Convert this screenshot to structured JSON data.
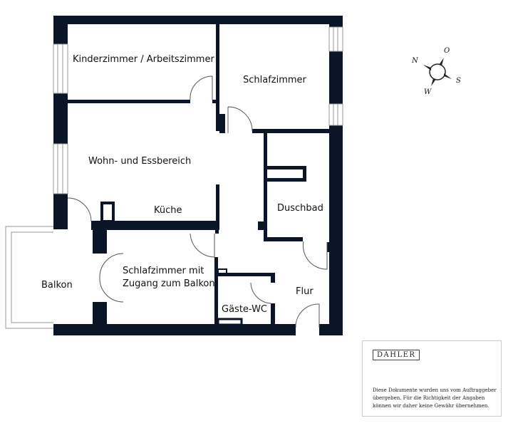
{
  "plan": {
    "wall_color": "#0a1628",
    "window_line_color": "#999999",
    "door_arc_color": "#555555",
    "rooms": [
      {
        "name": "Kinderzimmer / Arbeitszimmer"
      },
      {
        "name": "Schlafzimmer"
      },
      {
        "name": "Wohn- und Essbereich"
      },
      {
        "name": "Küche"
      },
      {
        "name": "Duschbad"
      },
      {
        "name": "Balkon"
      },
      {
        "name": "Schlafzimmer mit",
        "name2": "Zugang zum Balkon"
      },
      {
        "name": "Gäste-WC"
      },
      {
        "name": "Flur"
      }
    ]
  },
  "compass": {
    "north": "N",
    "east": "O",
    "south": "S",
    "west": "W"
  },
  "disclaimer": {
    "brand": "DAHLER",
    "lines": [
      "Diese Dokumente wurden uns vom Auftraggeber",
      "übergeben. Für die Richtigkeit der Angaben",
      "können wir daher keine Gewähr übernehmen."
    ]
  }
}
